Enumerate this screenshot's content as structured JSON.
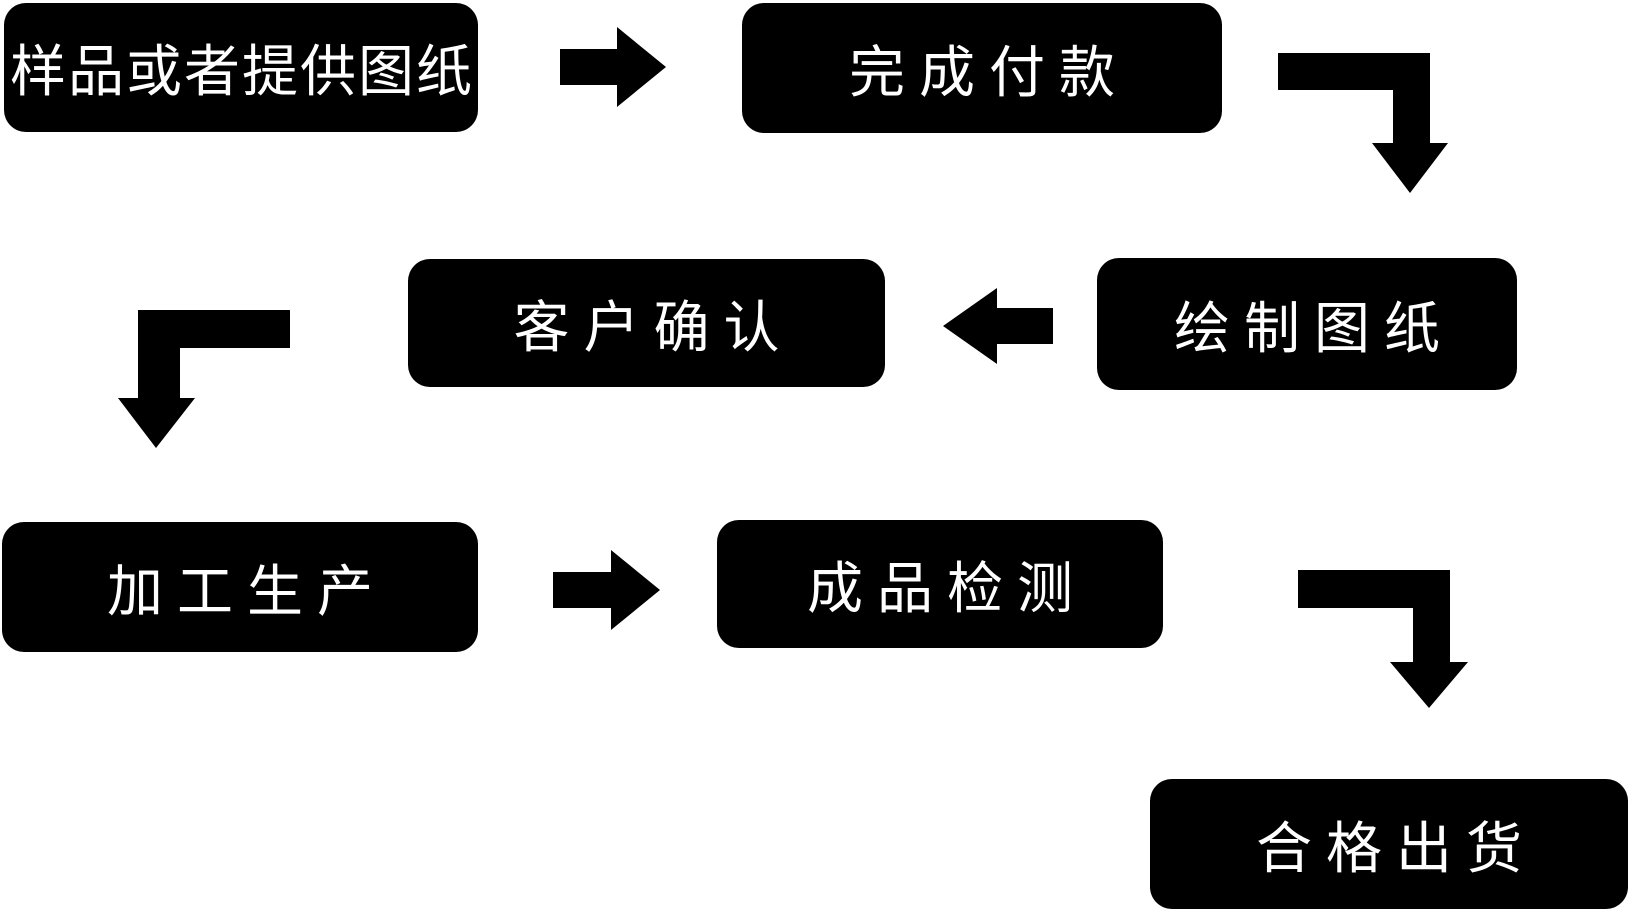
{
  "diagram": {
    "type": "flowchart",
    "nodes": [
      {
        "label": "样品或者提供图纸"
      },
      {
        "label": "完成付款"
      },
      {
        "label": "绘制图纸"
      },
      {
        "label": "客户确认"
      },
      {
        "label": "加工生产"
      },
      {
        "label": "成品检测"
      },
      {
        "label": "合格出货"
      }
    ],
    "connectors": [
      {
        "from": 0,
        "to": 1,
        "shape": "right-arrow"
      },
      {
        "from": 1,
        "to": 2,
        "shape": "elbow-right-down-arrow"
      },
      {
        "from": 2,
        "to": 3,
        "shape": "left-arrow"
      },
      {
        "from": 3,
        "to": 4,
        "shape": "elbow-left-down-arrow"
      },
      {
        "from": 4,
        "to": 5,
        "shape": "right-arrow"
      },
      {
        "from": 5,
        "to": 6,
        "shape": "elbow-right-down-arrow"
      }
    ],
    "flow_order": [
      "样品或者提供图纸",
      "完成付款",
      "绘制图纸",
      "客户确认",
      "加工生产",
      "成品检测",
      "合格出货"
    ]
  },
  "colors": {
    "node_bg": "#000000",
    "node_text": "#ffffff",
    "arrow": "#000000",
    "background": "#ffffff"
  }
}
